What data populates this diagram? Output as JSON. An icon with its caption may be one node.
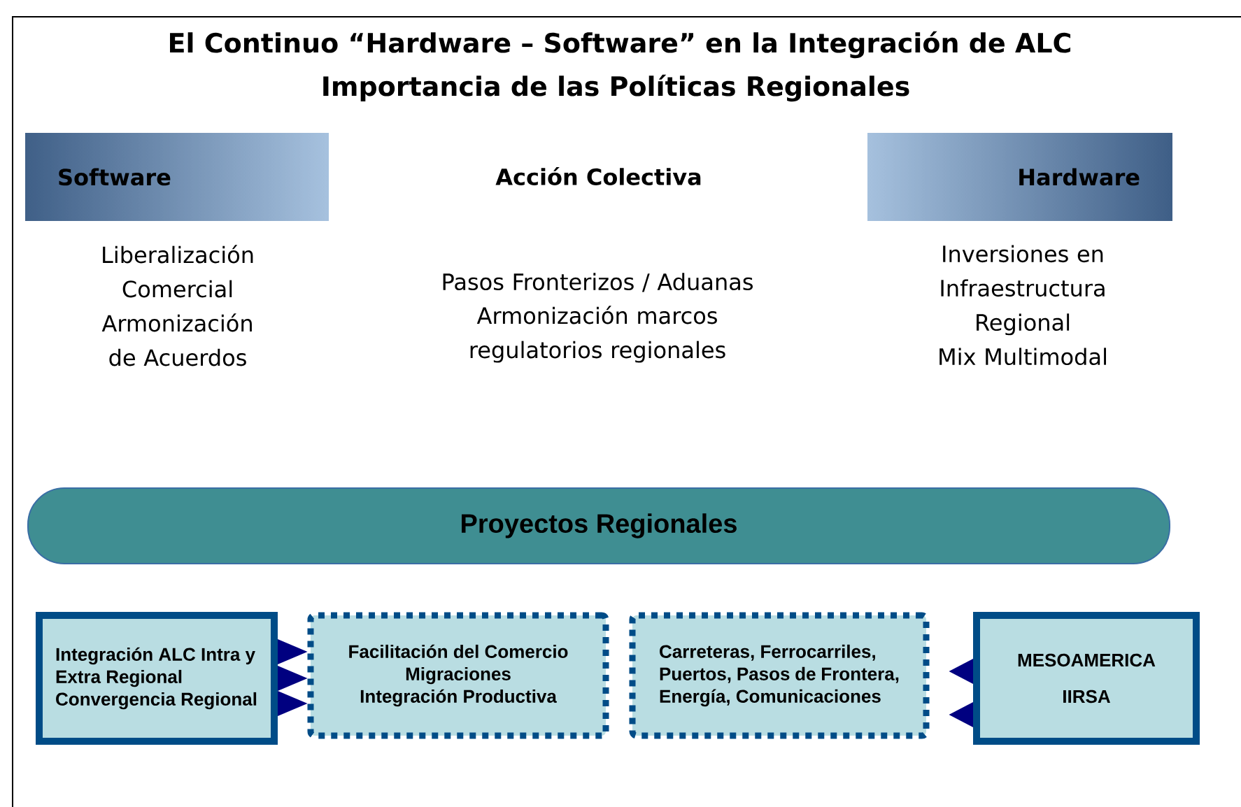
{
  "diagram": {
    "title": "El Continuo “Hardware – Software” en la Integración de ALC",
    "nodes": [
      {
        "text": [
          "Software"
        ],
        "beside": [
          "Liberalización Comercial",
          "Armonización de Acuerdos"
        ]
      },
      {
        "text": [
          "Hardware"
        ],
        "beside": [
          "Inversiones en Infraestructura Regional",
          "Mix Multimodal"
        ]
      },
      {
        "text": [
          "Proyectos Regionales"
        ]
      },
      {
        "text": [
          "Integración ALC Intra y Extra Regional Convergencia Regional"
        ]
      },
      {
        "text": [
          "Facilitación del Comercio",
          "Migraciones",
          "Integración Productiva"
        ]
      },
      {
        "text": [
          "Carreteras, Ferrocarriles, Puertos, Pasos de Frontera, Energía, Comunicaciones"
        ]
      },
      {
        "text": [
          "MESOAMERICA",
          "IIRSA"
        ]
      }
    ],
    "edges": [
      {
        "from": 3,
        "to": 4,
        "arrow": "to"
      },
      {
        "from": 3,
        "to": 4,
        "arrow": "to"
      },
      {
        "from": 3,
        "to": 4,
        "arrow": "to"
      },
      {
        "from": 6,
        "to": 5,
        "arrow": "to"
      },
      {
        "from": 6,
        "to": 5,
        "arrow": "to"
      }
    ],
    "labels": [
      "Importancia de las Políticas Regionales",
      "Acción Colectiva",
      "Pasos Fronterizos / Aduanas",
      "Armonización marcos regulatorios regionales"
    ]
  }
}
